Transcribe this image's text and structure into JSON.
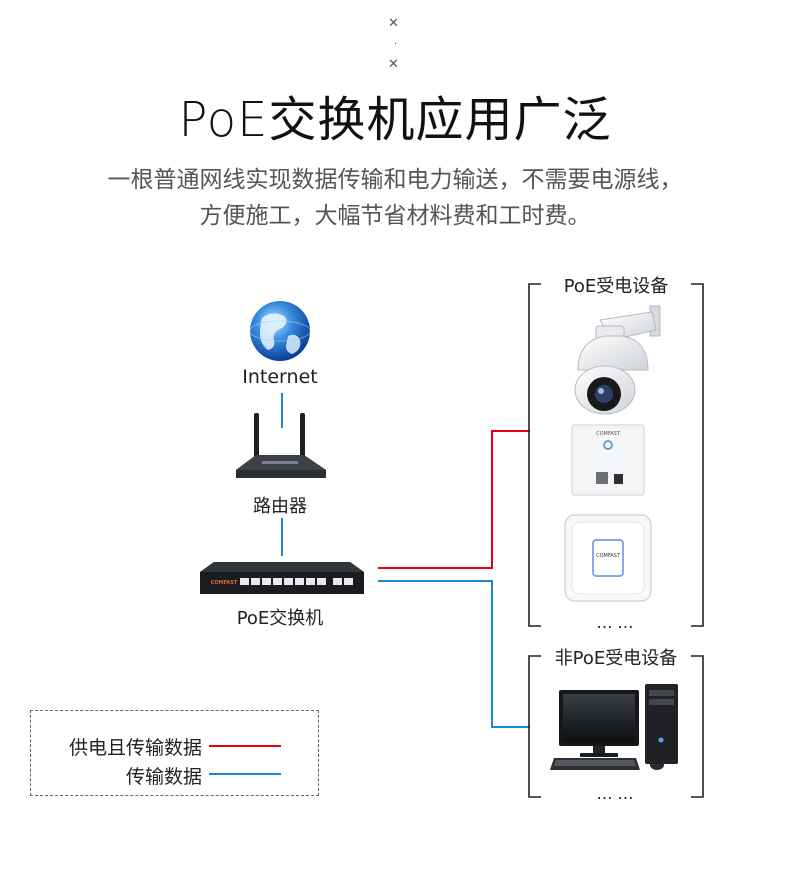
{
  "header": {
    "title": "PoE交换机应用广泛",
    "subtitle_line1": "一根普通网线实现数据传输和电力输送，不需要电源线，",
    "subtitle_line2": "方便施工，大幅节省材料费和工时费。"
  },
  "left_chain": {
    "internet_label": "Internet",
    "router_label": "路由器",
    "switch_label": "PoE交换机",
    "switch_brand": "COMFAST"
  },
  "groups": {
    "poe_devices_title": "PoE受电设备",
    "non_poe_devices_title": "非PoE受电设备",
    "ellipsis_top": "… …",
    "ellipsis_bottom": "… …",
    "panel_brand": "COMFAST",
    "ap_brand": "COMFAST"
  },
  "legend": {
    "power_and_data": "供电且传输数据",
    "data_only": "传输数据"
  },
  "colors": {
    "power_line": "#e60012",
    "data_line": "#1a8ad4"
  }
}
